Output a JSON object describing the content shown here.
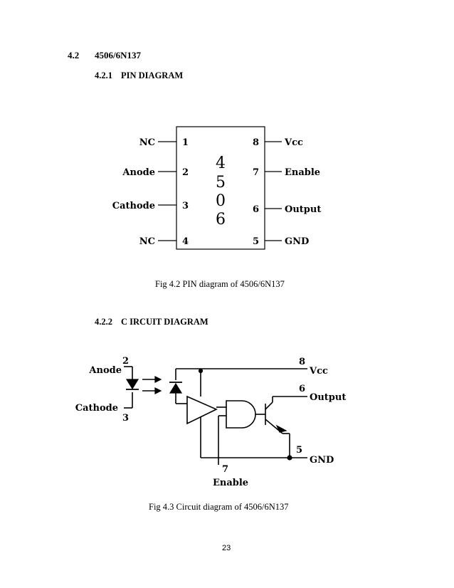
{
  "section": {
    "number": "4.2",
    "title": "4506/6N137"
  },
  "sub1": {
    "number": "4.2.1",
    "title": "PIN DIAGRAM"
  },
  "pin_diagram": {
    "chip_digits": [
      "4",
      "5",
      "0",
      "6"
    ],
    "left_pins": [
      {
        "label": "NC",
        "num": "1"
      },
      {
        "label": "Anode",
        "num": "2"
      },
      {
        "label": "Cathode",
        "num": "3"
      },
      {
        "label": "NC",
        "num": "4"
      }
    ],
    "right_pins": [
      {
        "label": "Vcc",
        "num": "8"
      },
      {
        "label": "Enable",
        "num": "7"
      },
      {
        "label": "Output",
        "num": "6"
      },
      {
        "label": "GND",
        "num": "5"
      }
    ]
  },
  "fig1_caption": "Fig 4.2 PIN diagram of 4506/6N137",
  "sub2": {
    "number": "4.2.2",
    "title": "C IRCUIT DIAGRAM"
  },
  "circuit": {
    "anode": "Anode",
    "anode_pin": "2",
    "cathode": "Cathode",
    "cathode_pin": "3",
    "vcc": "Vcc",
    "vcc_pin": "8",
    "output": "Output",
    "output_pin": "6",
    "gnd": "GND",
    "gnd_pin": "5",
    "enable": "Enable",
    "enable_pin": "7"
  },
  "fig2_caption": "Fig 4.3 Circuit diagram of 4506/6N137",
  "page_number": "23"
}
